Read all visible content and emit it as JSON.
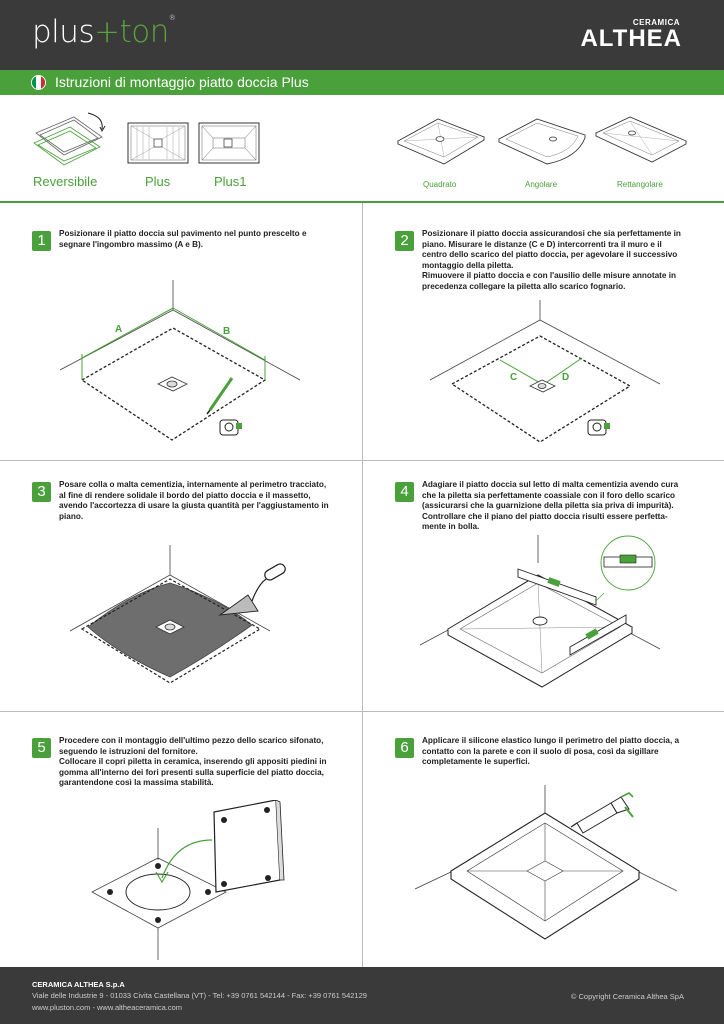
{
  "header": {
    "logo_plus": "plus",
    "logo_ton": "ton",
    "logo_reg": "®",
    "brand_sub": "CERAMICA",
    "brand_main": "ALTHEA"
  },
  "titlebar": {
    "title": "Istruzioni di montaggio piatto doccia Plus",
    "flag_colors": [
      "#009246",
      "#ffffff",
      "#ce2b37"
    ]
  },
  "types": {
    "items": [
      "Reversibile",
      "Plus",
      "Plus1"
    ],
    "shapes": [
      "Quadrato",
      "Angolare",
      "Rettangolare"
    ]
  },
  "steps": [
    {
      "num": "1",
      "text": "Posizionare il piatto doccia sul pavimento nel punto prescelto e\nsegnare l'ingombro massimo (A e B)."
    },
    {
      "num": "2",
      "text": "Posizionare il piatto doccia assicurandosi che sia perfettamente in\npiano. Misurare le distanze (C e D) intercorrenti tra il muro e il\ncentro dello scarico del piatto doccia, per agevolare il successivo\nmontaggio della piletta.\nRimuovere il piatto doccia e con l'ausilio delle misure annotate in\nprecedenza collegare la piletta allo scarico fognario."
    },
    {
      "num": "3",
      "text": "Posare colla o malta cementizia, internamente al perimetro tracciato,\nal fine di rendere solidale il bordo del piatto doccia e il massetto,\navendo l'accortezza di usare la giusta quantità per l'aggiustamento in\npiano."
    },
    {
      "num": "4",
      "text": "Adagiare il piatto doccia sul letto di malta cementizia avendo cura\nche la piletta sia perfettamente coassiale con il foro dello scarico\n(assicurarsi che la guarnizione della piletta sia priva di impurità).\nControllare che il piano del piatto doccia risulti essere perfetta-\nmente in bolla."
    },
    {
      "num": "5",
      "text": "Procedere con il montaggio dell'ultimo pezzo dello scarico sifonato,\nseguendo le istruzioni del fornitore.\nCollocare il copri piletta in ceramica, inserendo gli appositi piedini in\ngomma all'interno dei fori presenti sulla superficie del piatto doccia,\ngarantendone così la massima stabilità."
    },
    {
      "num": "6",
      "text": "Applicare il silicone elastico lungo il perimetro del piatto doccia, a\ncontatto con la parete e con il suolo di posa, così da sigillare\ncompletamente le superfici."
    }
  ],
  "labels": {
    "a": "A",
    "b": "B",
    "c": "C",
    "d": "D"
  },
  "footer": {
    "company": "CERAMICA ALTHEA S.p.A",
    "address": "Viale delle Industrie 9 - 01033 Civita Castellana (VT) - Tel: +39 0761 542144 - Fax: +39 0761 542129",
    "web": "www.pluston.com - www.altheaceramica.com",
    "copyright": "© Copyright Ceramica Althea SpA"
  },
  "colors": {
    "accent": "#4aa03a",
    "dark": "#3a3a3a"
  }
}
